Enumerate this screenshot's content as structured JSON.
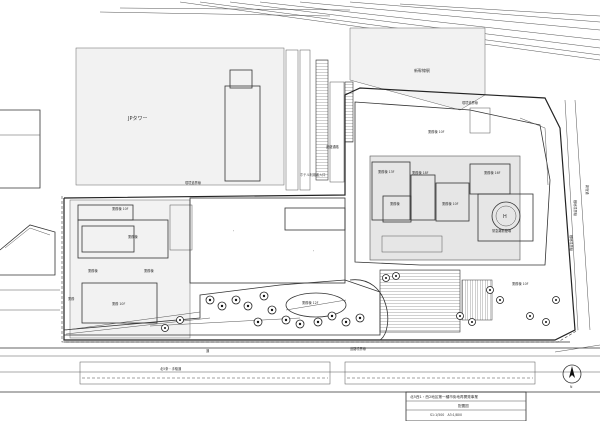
{
  "labels": {
    "jp_tower": "JPタワー",
    "shinkansen": "新幹線駅",
    "plaza_boundary_top": "環境道界線",
    "plaza_boundary_mid": "環境道界線",
    "walkway_label": "連絡通路",
    "entrance_label": "ホテル利用者入口",
    "boundary_right_a": "敷地境界線",
    "boundary_right_b": "敷地境界線",
    "road_right": "新宿通",
    "main_bldg_a": "業務棟 10F",
    "main_bldg_b": "業務棟 13F",
    "main_bldg_c": "業務棟 18F",
    "main_bldg_d": "業務棟",
    "main_bldg_e": "業務棟 10F",
    "main_bldg_f": "業務棟 16F",
    "heli": "H",
    "heli_sub": "緊急離着陸場",
    "lower_a": "業務棟 10F",
    "lower_b": "業務棟",
    "lower_c": "業務棟",
    "lower_d": "業務棟",
    "lower_e": "業務 10F",
    "lower_f": "業務",
    "center_plaza": "業務棟 12F",
    "lower_right_a": "業務棟 10F",
    "street_bottom": "北5条・手稲通",
    "boundary_bottom": "道路境界線",
    "boundary_bottom_b": "通",
    "title_block_1": "北5西1・西2地区第一種市街地再開発事業",
    "title_block_2": "配置図",
    "title_block_3": "S1:1/500　A3:1/800",
    "north_symbol": "N"
  }
}
